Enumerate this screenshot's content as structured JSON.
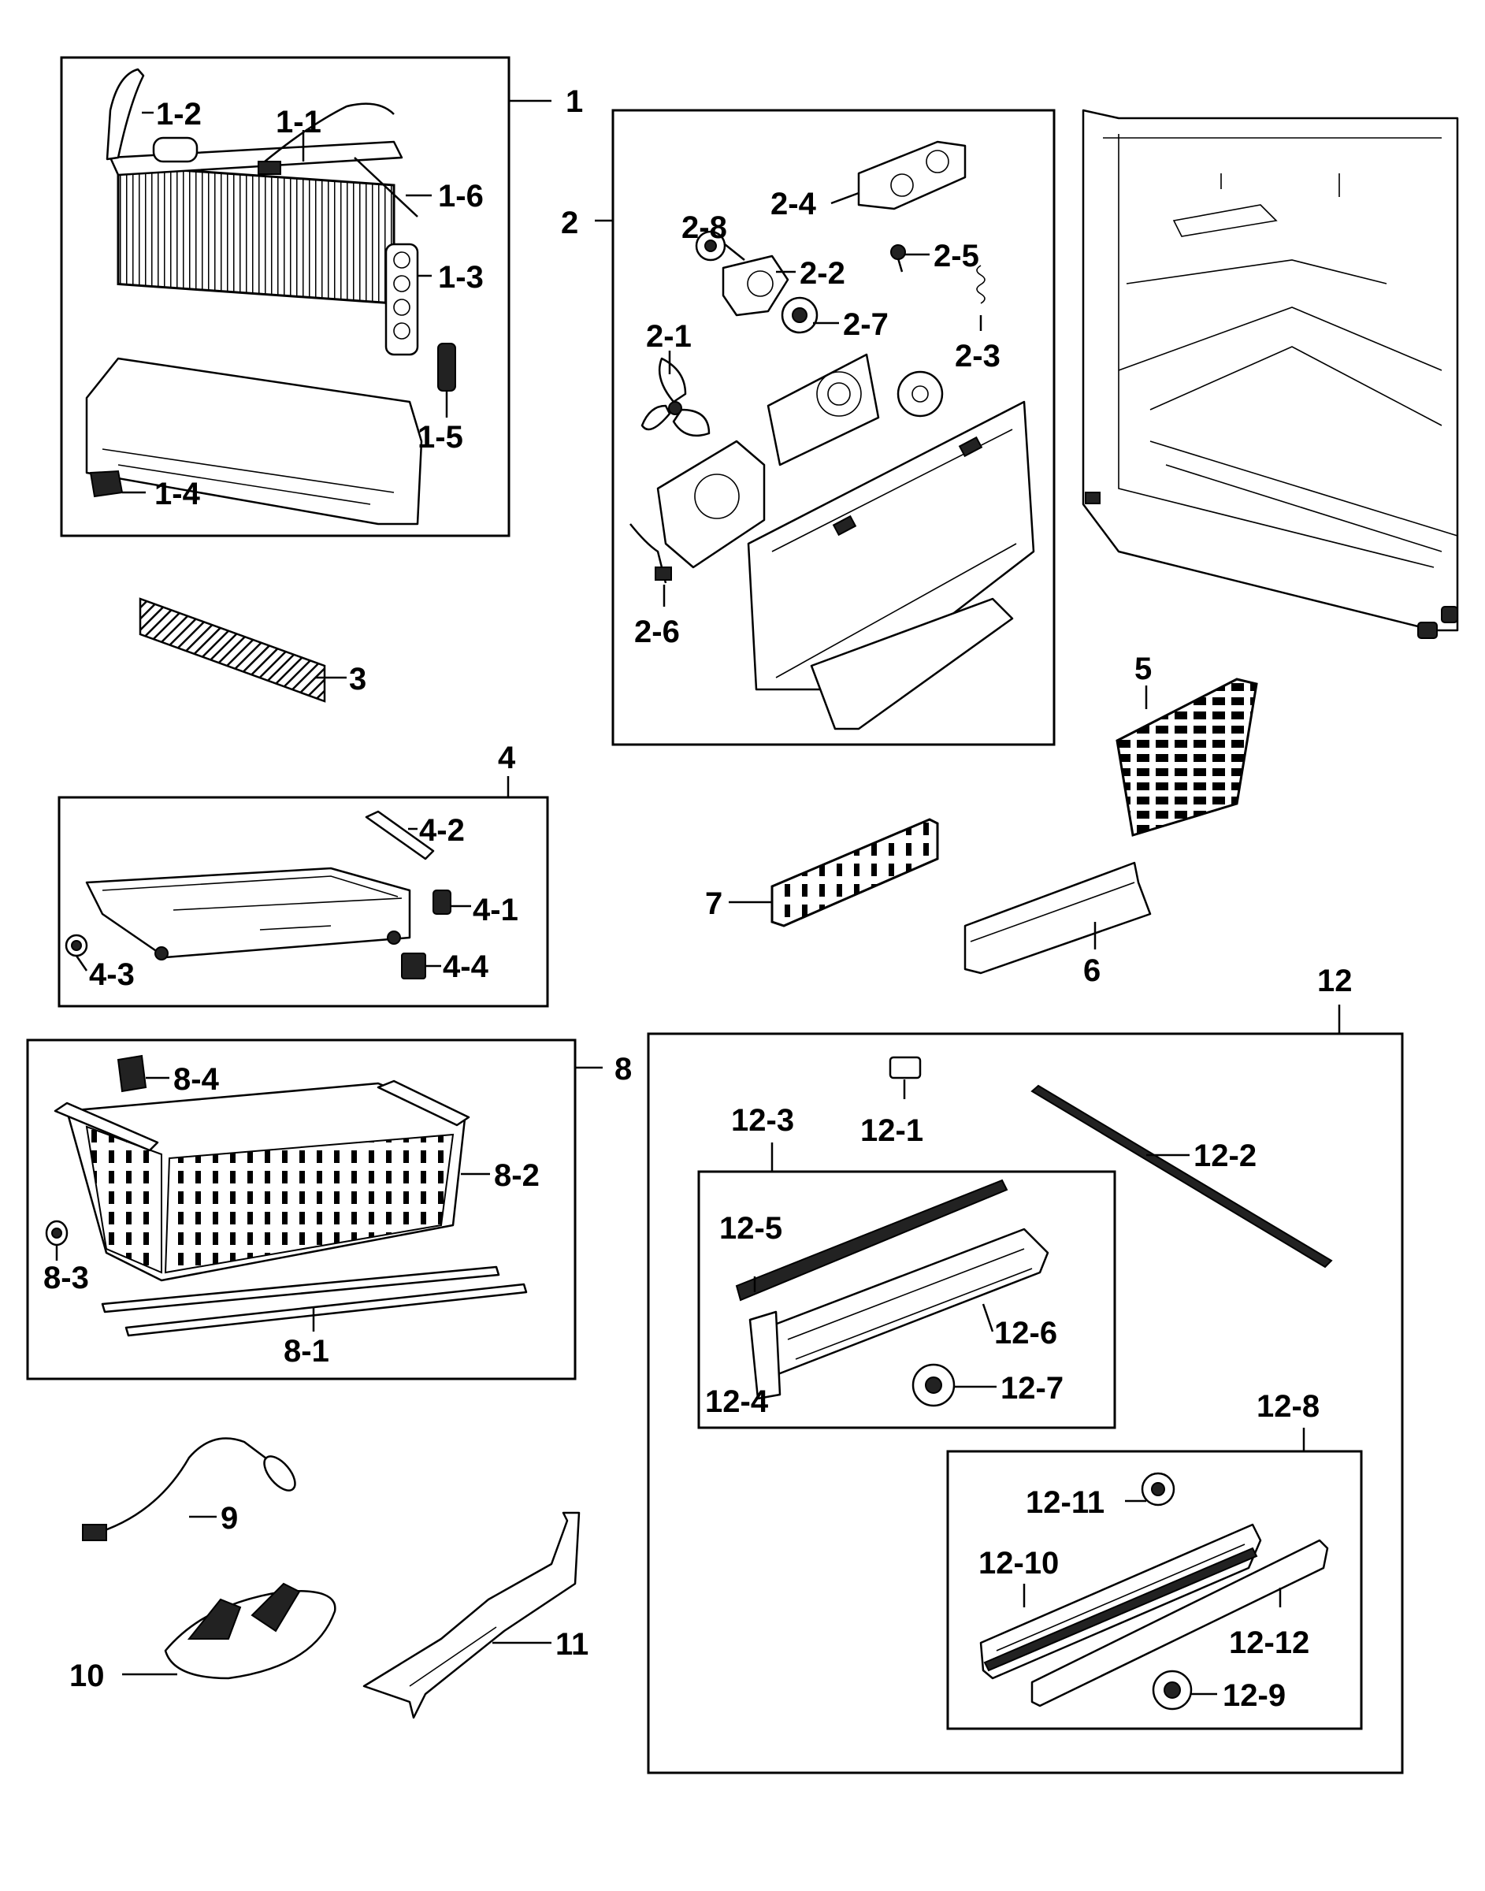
{
  "labels": {
    "l1": "1",
    "l1_1": "1-1",
    "l1_2": "1-2",
    "l1_3": "1-3",
    "l1_4": "1-4",
    "l1_5": "1-5",
    "l1_6": "1-6",
    "l2": "2",
    "l2_1": "2-1",
    "l2_2": "2-2",
    "l2_3": "2-3",
    "l2_4": "2-4",
    "l2_5": "2-5",
    "l2_6": "2-6",
    "l2_7": "2-7",
    "l2_8": "2-8",
    "l3": "3",
    "l4": "4",
    "l4_1": "4-1",
    "l4_2": "4-2",
    "l4_3": "4-3",
    "l4_4": "4-4",
    "l5": "5",
    "l6": "6",
    "l7": "7",
    "l8": "8",
    "l8_1": "8-1",
    "l8_2": "8-2",
    "l8_3": "8-3",
    "l8_4": "8-4",
    "l9": "9",
    "l10": "10",
    "l11": "11",
    "l12": "12",
    "l12_1": "12-1",
    "l12_2": "12-2",
    "l12_3": "12-3",
    "l12_4": "12-4",
    "l12_5": "12-5",
    "l12_6": "12-6",
    "l12_7": "12-7",
    "l12_8": "12-8",
    "l12_9": "12-9",
    "l12_10": "12-10",
    "l12_11": "12-11",
    "l12_12": "12-12"
  }
}
